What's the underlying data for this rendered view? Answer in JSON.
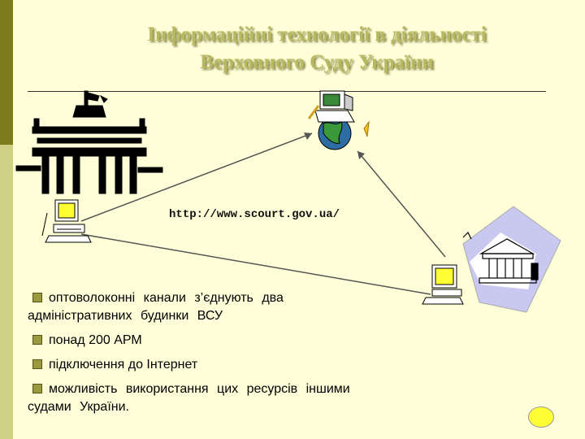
{
  "slide": {
    "title_line1": "Інформаційні технології в діяльності",
    "title_line2": "Верховного Суду України",
    "url": "http://www.scourt.gov.ua/",
    "bullets": [
      "оптоволоконні канали з’єднують два адміністративних будинки ВСУ",
      "понад 200 АРМ",
      "підключення до Інтернет",
      "можливість використання цих ресурсів іншими судами України."
    ]
  },
  "colors": {
    "background": "#fefed8",
    "title": "#b8b860",
    "sidebar_dark": "#7c7c1e",
    "sidebar_light": "#cfcf86"
  }
}
